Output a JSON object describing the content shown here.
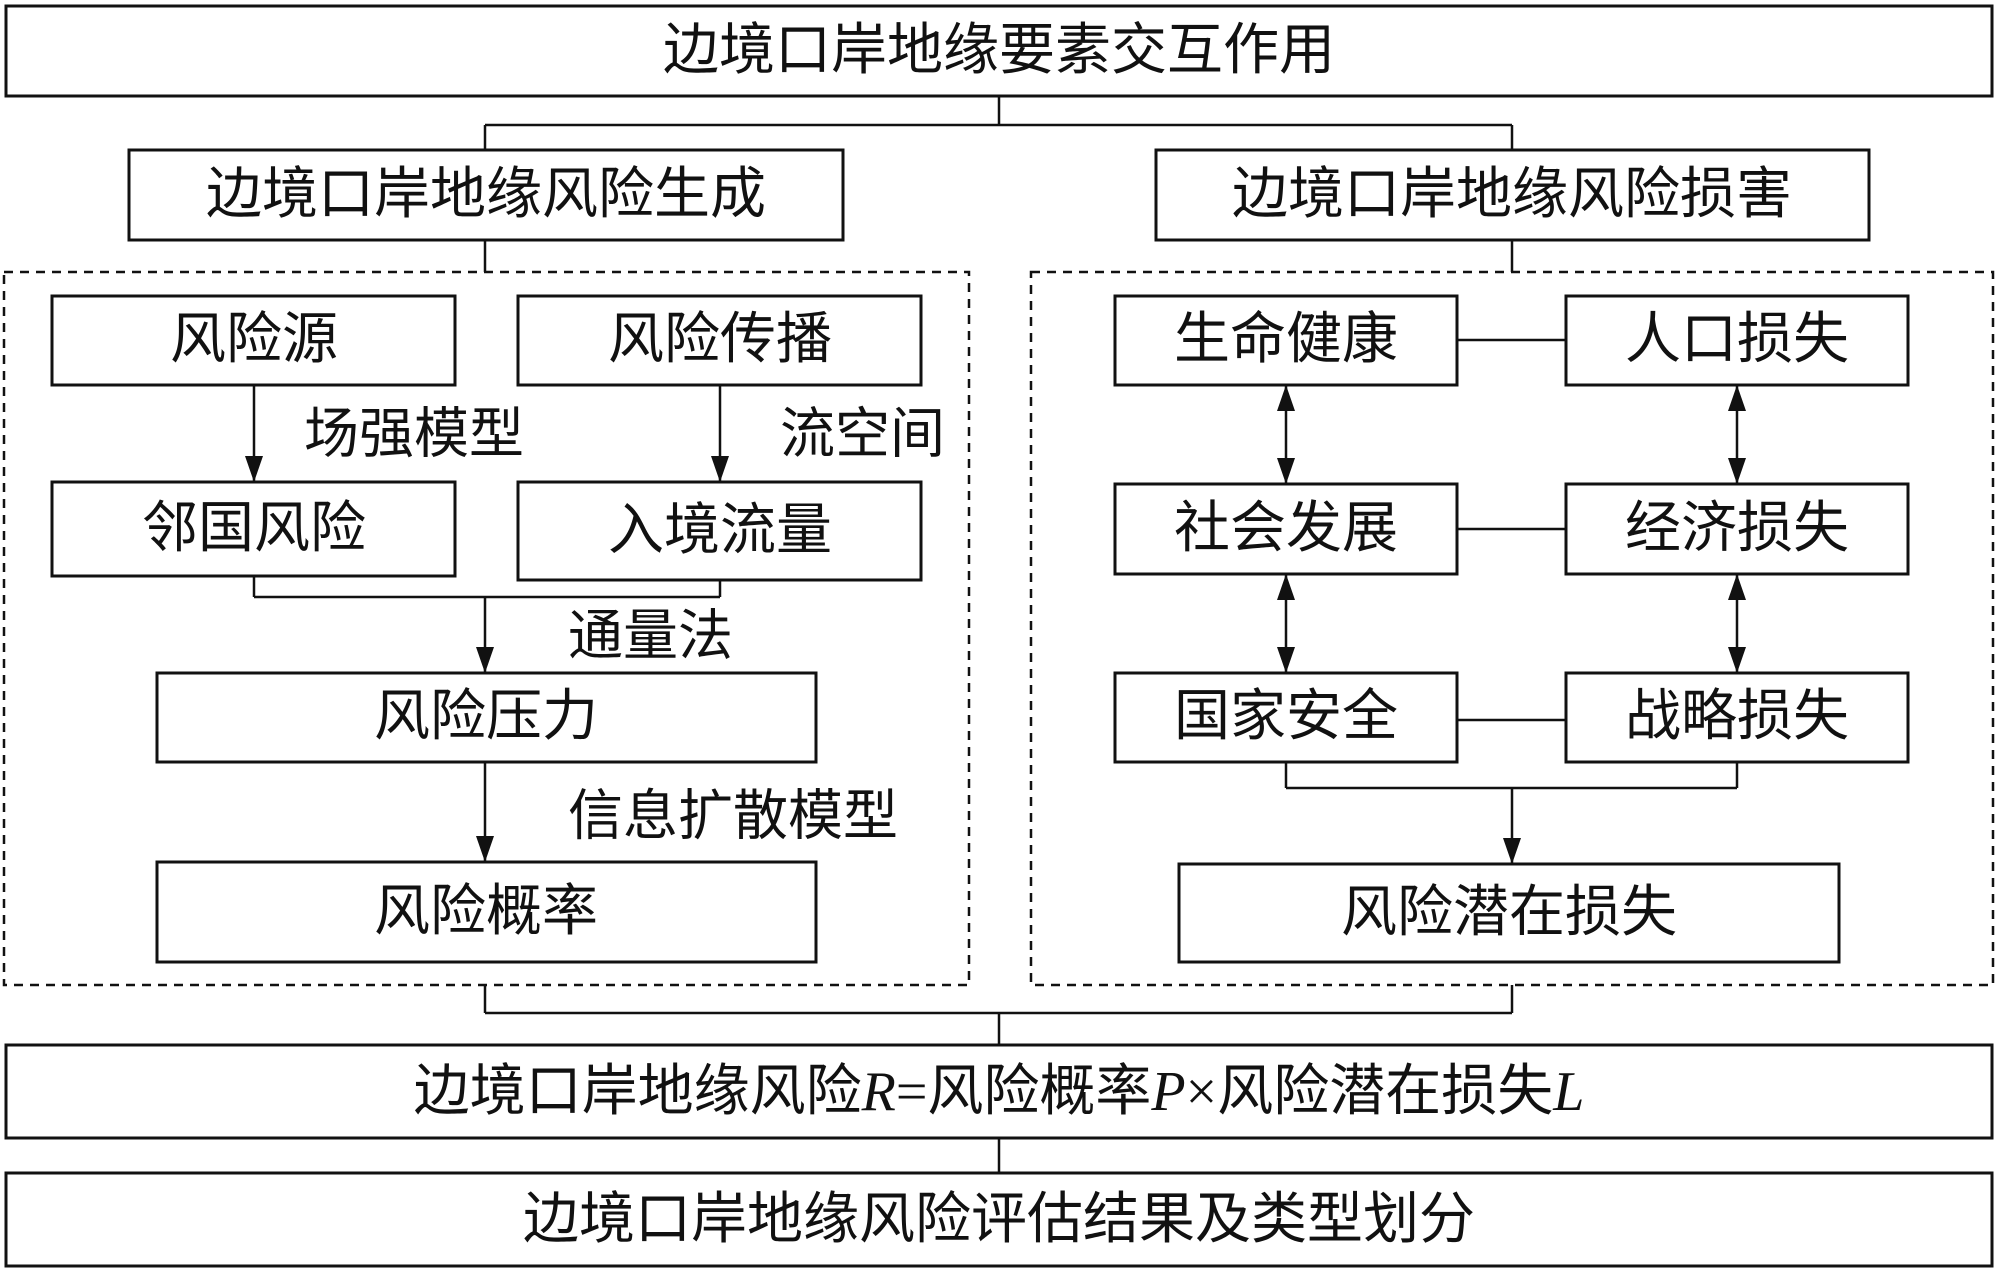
{
  "top": {
    "title": "边境口岸地缘要素交互作用"
  },
  "generation": {
    "title": "边境口岸地缘风险生成",
    "nodes": {
      "risk_source": "风险源",
      "risk_propagation": "风险传播",
      "neighbor_risk": "邻国风险",
      "inbound_flow": "入境流量",
      "risk_pressure": "风险压力",
      "risk_probability": "风险概率"
    },
    "edge_labels": {
      "field_strength_model": "场强模型",
      "flow_space": "流空间",
      "flux_method": "通量法",
      "information_diffusion_model": "信息扩散模型"
    }
  },
  "damage": {
    "title": "边境口岸地缘风险损害",
    "nodes": {
      "life_health": "生命健康",
      "population_loss": "人口损失",
      "social_development": "社会发展",
      "economic_loss": "经济损失",
      "national_security": "国家安全",
      "strategic_loss": "战略损失",
      "potential_loss": "风险潜在损失"
    }
  },
  "formula": {
    "prefix": "边境口岸地缘风险",
    "r": "R",
    "eq": "=风险概率",
    "p": "P",
    "times": "×风险潜在损失",
    "l": "L"
  },
  "result": {
    "title": "边境口岸地缘风险评估结果及类型划分"
  }
}
